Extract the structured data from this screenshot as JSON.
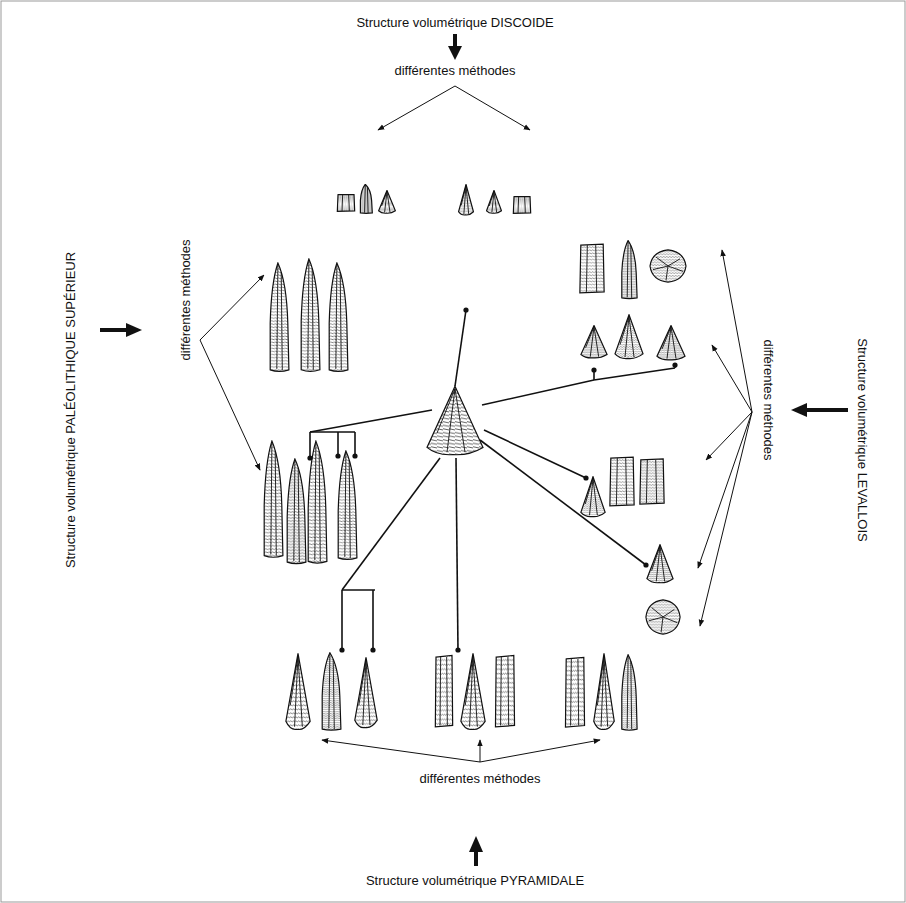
{
  "diagram": {
    "labels": [
      "Structure volumétrique DISCOIDE",
      "différentes méthodes",
      "Structure volumétrique PALÉOLITHIQUE SUPÉRIEUR",
      "différentes méthodes",
      "Structure volumétrique LEVALLOIS",
      "différentes méthodes",
      "différentes méthodes",
      "Structure volumétrique PYRAMIDALE"
    ]
  }
}
